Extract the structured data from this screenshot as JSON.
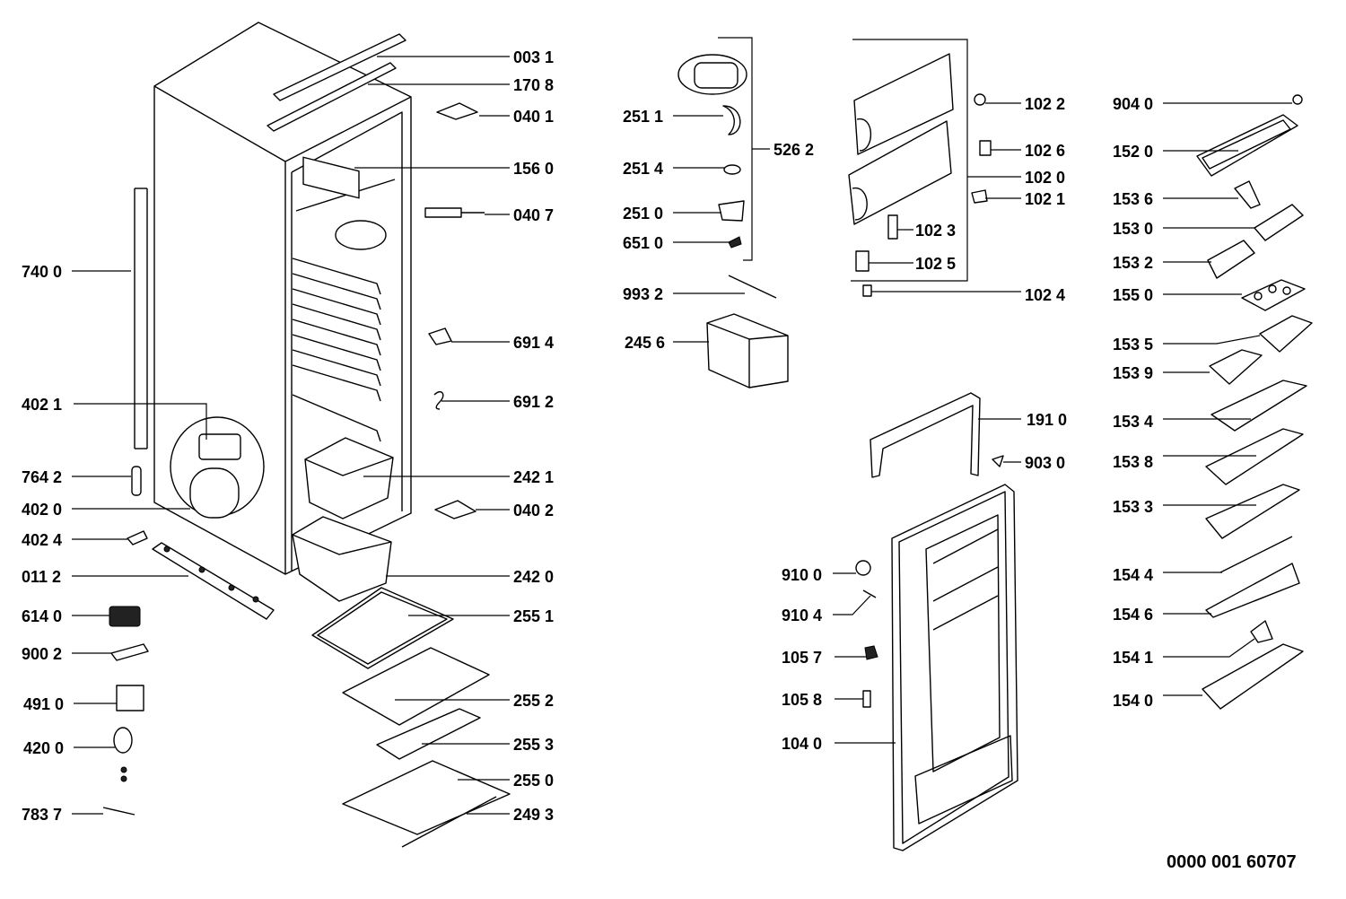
{
  "document_number": "0000 001 60707",
  "callouts": {
    "left": [
      "740 0",
      "402 1",
      "764 2",
      "402 0",
      "402 4",
      "011 2",
      "614 0",
      "900 2",
      "491 0",
      "420 0",
      "783 7"
    ],
    "mid": [
      "003 1",
      "170 8",
      "040 1",
      "156 0",
      "040 7",
      "691 4",
      "691 2",
      "242 1",
      "040 2",
      "242 0",
      "255 1",
      "255 2",
      "255 3",
      "255 0",
      "249 3"
    ],
    "upper_center": [
      "251 1",
      "526 2",
      "251 4",
      "251 0",
      "651 0",
      "993 2",
      "245 6"
    ],
    "door_parts": [
      "102 2",
      "102 6",
      "102 0",
      "102 1",
      "102 3",
      "102 5",
      "102 4"
    ],
    "door_assembly": [
      "191 0",
      "903 0",
      "910 0",
      "910 4",
      "105 7",
      "105 8",
      "104 0"
    ],
    "shelves": [
      "904 0",
      "152 0",
      "153 6",
      "153 0",
      "153 2",
      "155 0",
      "153 5",
      "153 9",
      "153 4",
      "153 8",
      "153 3",
      "154 4",
      "154 6",
      "154 1",
      "154 0"
    ]
  }
}
